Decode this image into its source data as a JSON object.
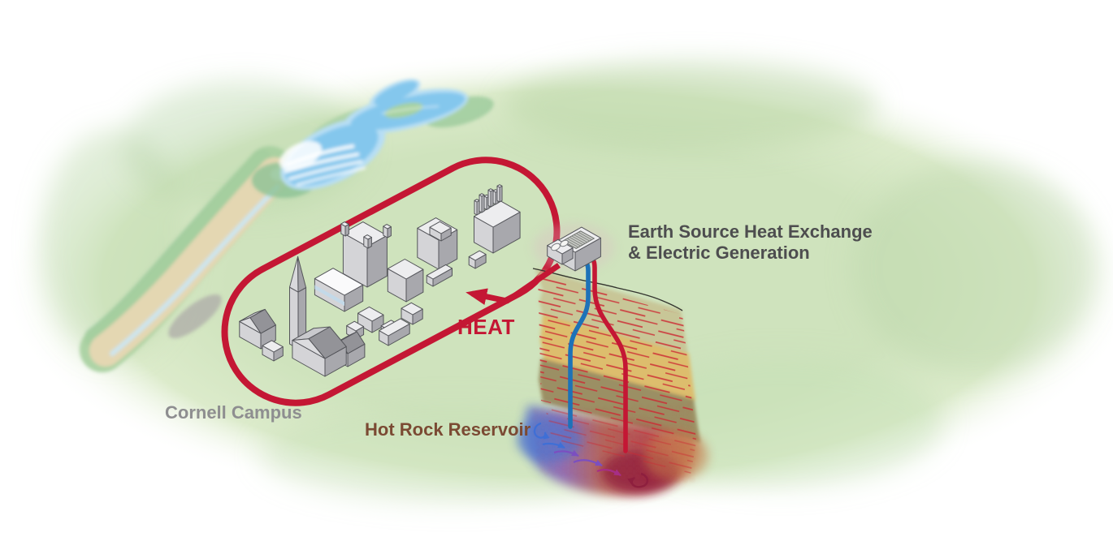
{
  "labels": {
    "facility_line1": "Earth Source Heat Exchange",
    "facility_line2": "& Electric Generation",
    "heat": "HEAT",
    "campus": "Cornell Campus",
    "reservoir": "Hot Rock Reservoir"
  },
  "colors": {
    "loop_red": "#c41734",
    "pipe_blue": "#1d72b8",
    "facility_text": "#4d4d4f",
    "campus_text": "#8e8e90",
    "reservoir_text": "#7b4a33"
  }
}
